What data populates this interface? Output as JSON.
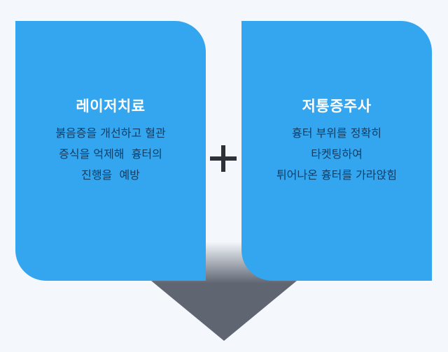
{
  "left_card": {
    "title": "레이저치료",
    "lines": [
      "붉음증을 개선하고 혈관",
      "증식을 억제해  흉터의",
      "진행을  예방"
    ]
  },
  "right_card": {
    "title": "저통증주사",
    "lines": [
      "흉터 부위를 정확히",
      "타켓팅하여",
      "튀어나온 흉터를 가라앉힘"
    ]
  },
  "colors": {
    "card": "#34a6ef",
    "body_text": "#0f3e66",
    "funnel": "#5f6672",
    "plus": "#2d3238"
  },
  "icons": {
    "plus": "plus-icon",
    "result": "down-triangle-icon"
  }
}
